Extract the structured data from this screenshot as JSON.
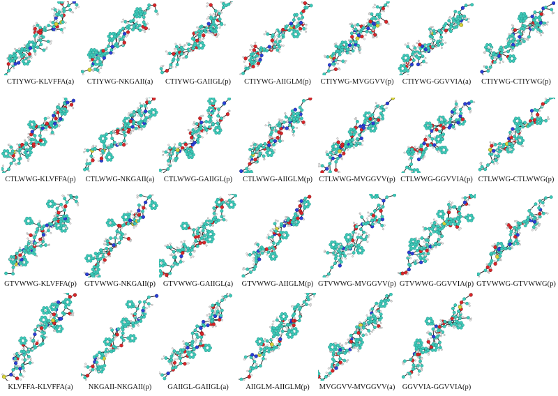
{
  "figure": {
    "rows": [
      {
        "cells": [
          {
            "label": "CTIYWG-KLVFFA(a)"
          },
          {
            "label": "CTIYWG-NKGAII(a)"
          },
          {
            "label": "CTIYWG-GAIIGL(p)"
          },
          {
            "label": "CTIYWG-AIIGLM(p)"
          },
          {
            "label": "CTIYWG-MVGGVV(p)"
          },
          {
            "label": "CTIYWG-GGVVIA(a)"
          },
          {
            "label": "CTIYWG-CTIYWG(p)"
          }
        ]
      },
      {
        "cells": [
          {
            "label": "CTLWWG-KLVFFA(p)"
          },
          {
            "label": "CTLWWG-NKGAII(a)"
          },
          {
            "label": "CTLWWG-GAIIGL(p)"
          },
          {
            "label": "CTLWWG-AIIGLM(p)"
          },
          {
            "label": "CTLWWG-MVGGVV(p)"
          },
          {
            "label": "CTLWWG-GGVVIA(p)"
          },
          {
            "label": "CTLWWG-CTLWWG(p)"
          }
        ]
      },
      {
        "cells": [
          {
            "label": "GTVWWG-KLVFFA(p)"
          },
          {
            "label": "GTVWWG-NKGAII(p)"
          },
          {
            "label": "GTVWWG-GAIIGL(a)"
          },
          {
            "label": "GTVWWG-AIIGLM(p)"
          },
          {
            "label": "GTVWWG-MVGGVV(p)"
          },
          {
            "label": "GTVWWG-GGVVIA(p)"
          },
          {
            "label": "GTVWWG-GTVWWG(p)"
          }
        ]
      },
      {
        "cells": [
          {
            "label": "KLVFFA-KLVFFA(a)"
          },
          {
            "label": "NKGAII-NKGAII(p)"
          },
          {
            "label": "GAIIGL-GAIIGL(a)"
          },
          {
            "label": "AIIGLM-AIIGLM(p)"
          },
          {
            "label": "MVGGVV-MVGGVV(a)"
          },
          {
            "label": "GGVVIA-GGVVIA(p)"
          }
        ]
      }
    ],
    "atom_colors": {
      "carbon": "#3fc9b8",
      "carbon_dark": "#1f8f86",
      "nitrogen": "#2b3fd6",
      "oxygen": "#d8262a",
      "hydrogen": "#e8e8e8",
      "hydrogen_edge": "#9a9a9a",
      "sulfur": "#d6d23a",
      "bond": "#2a2a2a"
    }
  }
}
